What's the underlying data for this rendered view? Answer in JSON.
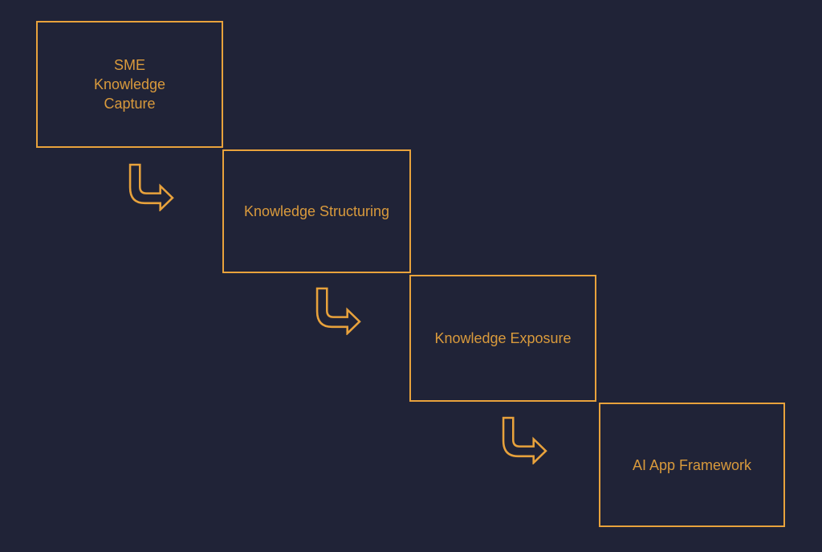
{
  "diagram": {
    "type": "stair-step-flow",
    "colors": {
      "background": "#202337",
      "accent": "#E8A23C",
      "text": "#D99A3C"
    },
    "steps": [
      {
        "label": "SME\nKnowledge\nCapture"
      },
      {
        "label": "Knowledge Structuring"
      },
      {
        "label": "Knowledge Exposure"
      },
      {
        "label": "AI App Framework"
      }
    ],
    "connector_icon": "curved-down-right-arrow"
  }
}
